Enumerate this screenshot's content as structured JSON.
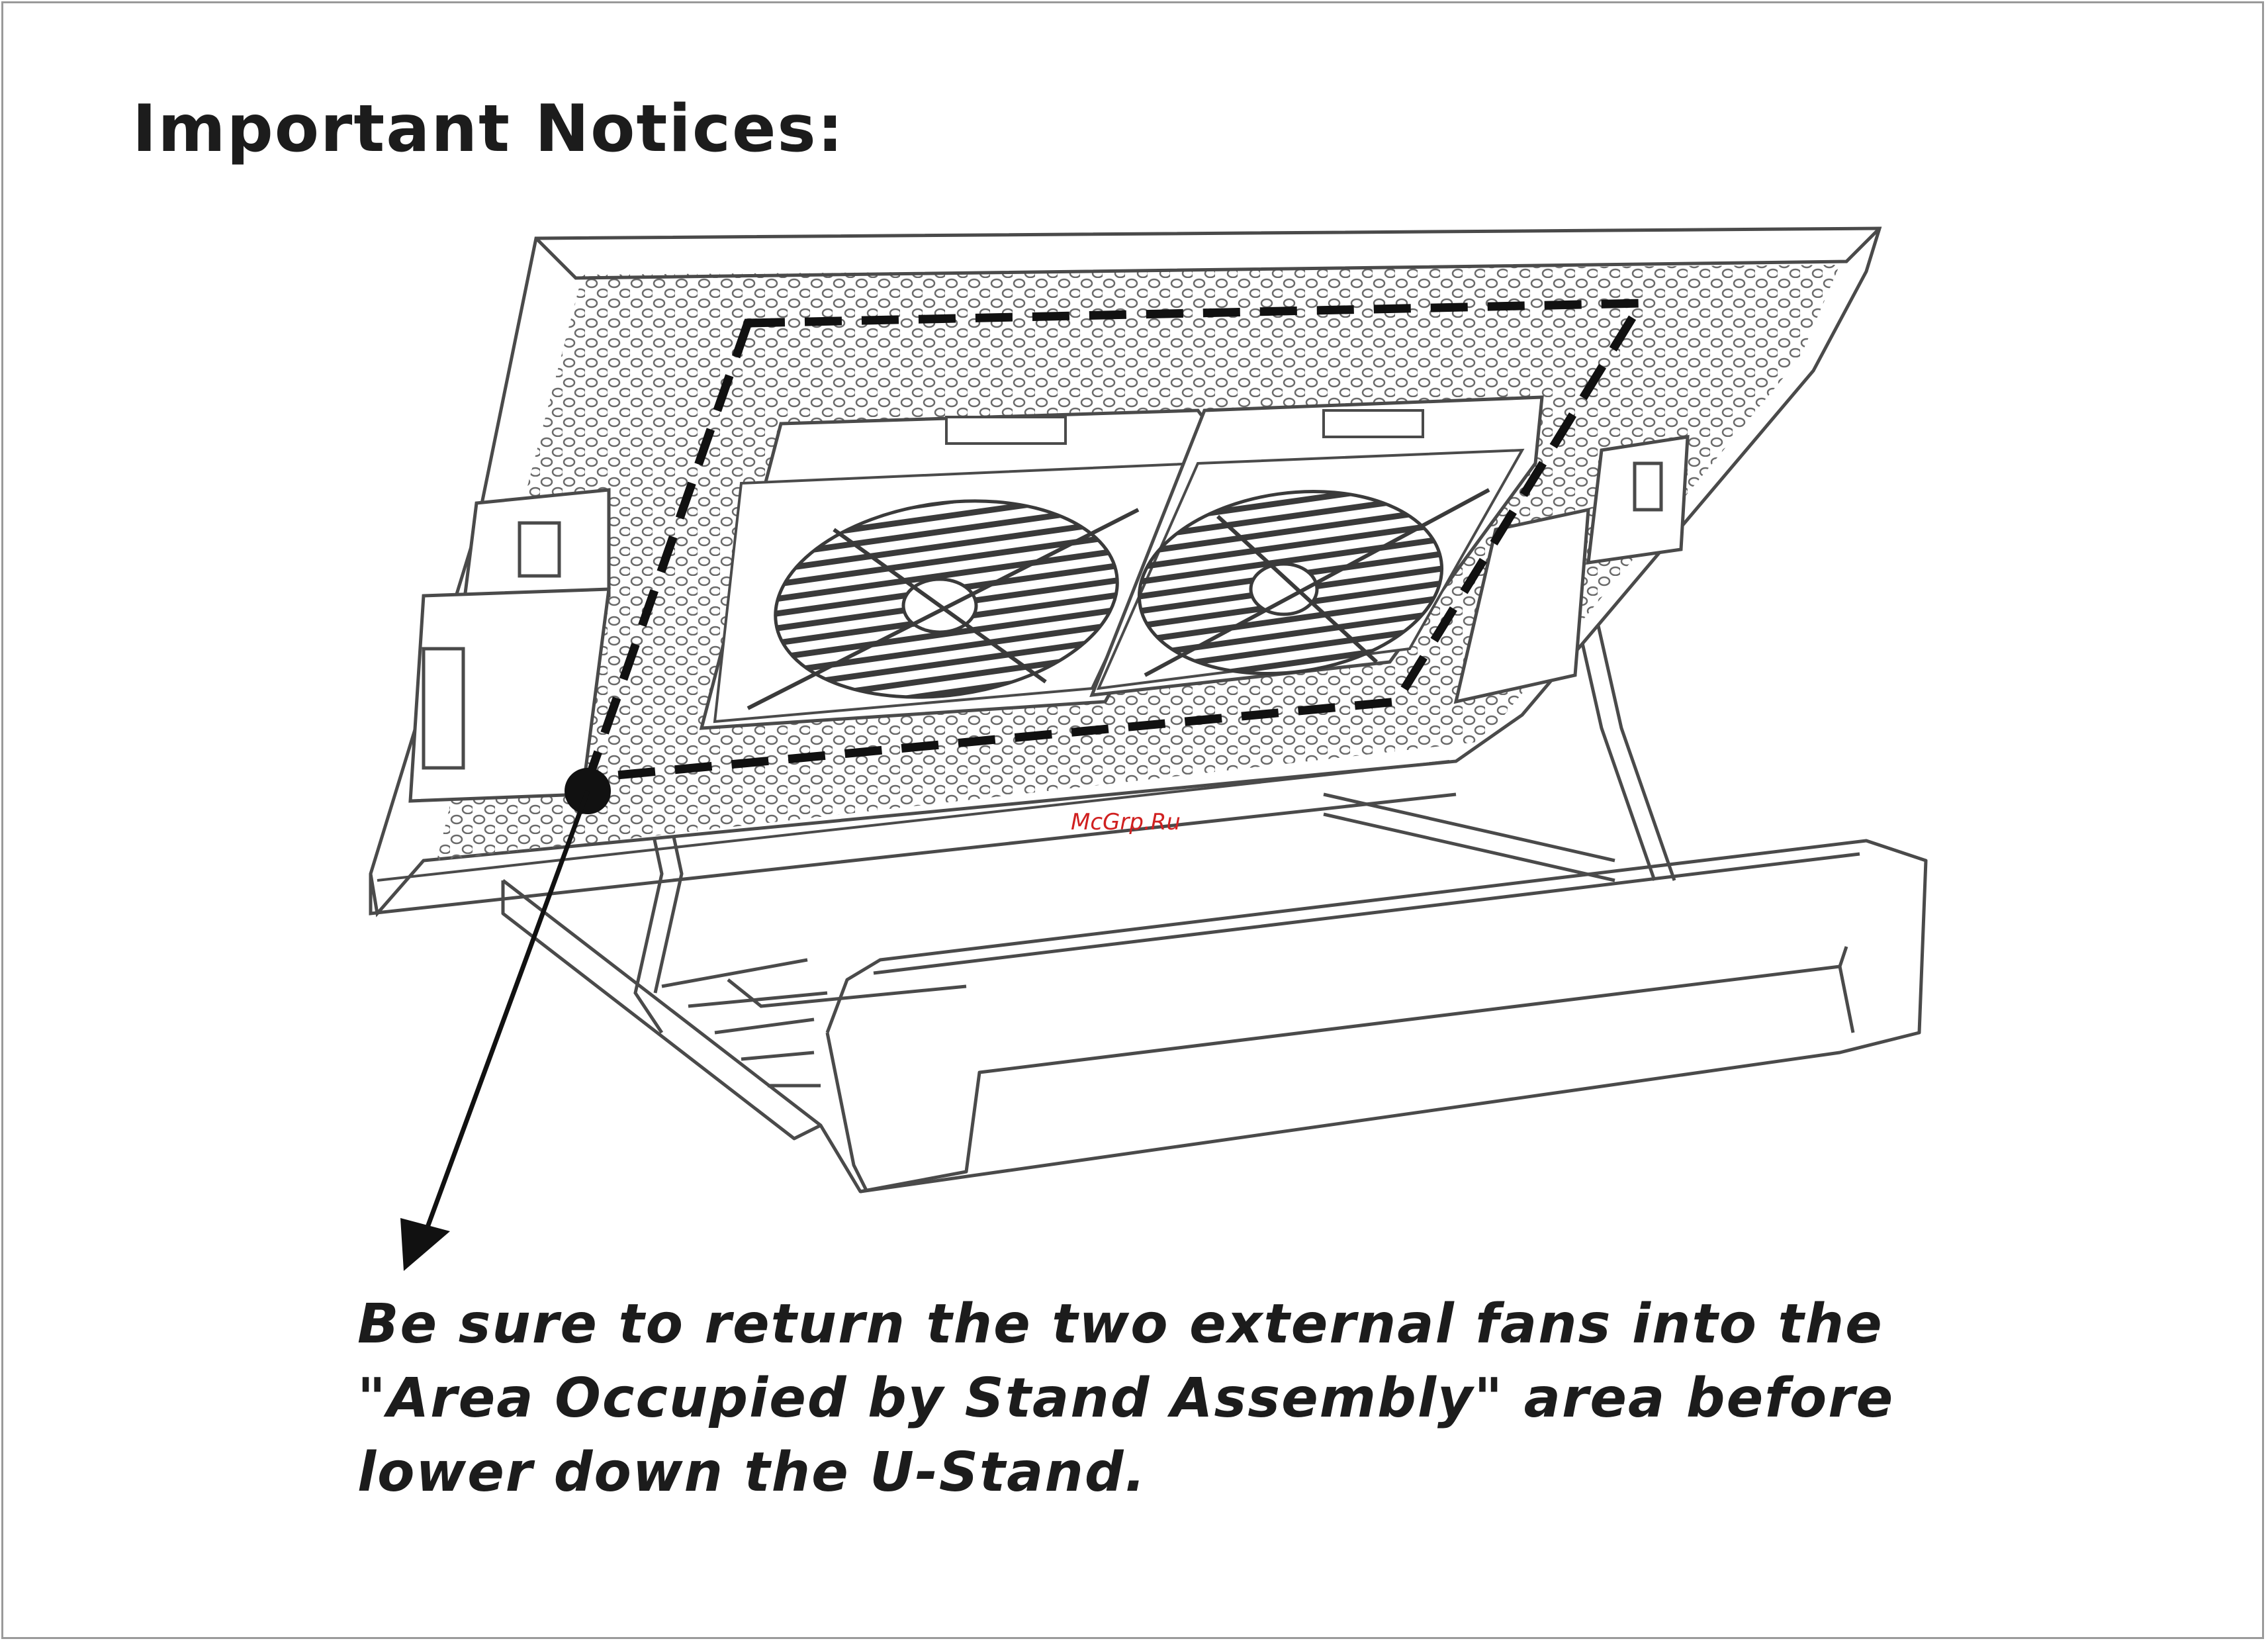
{
  "page": {
    "title": "Important Notices:",
    "notice_lines": [
      "Be sure to return the two external fans into the",
      "\"Area Occupied by Stand Assembly\" area before",
      "lower down the U-Stand."
    ],
    "watermark": "McGrp.Ru"
  },
  "illustration": {
    "subject": "notebook cooling stand with two external fans and U-stand",
    "icons": [
      "fan-icon",
      "fan-icon",
      "arrow-down-left-icon",
      "dot-marker-icon"
    ]
  },
  "colors": {
    "ink": "#1c1c1c",
    "line": "#4a4a4a",
    "watermark": "#d02020"
  }
}
